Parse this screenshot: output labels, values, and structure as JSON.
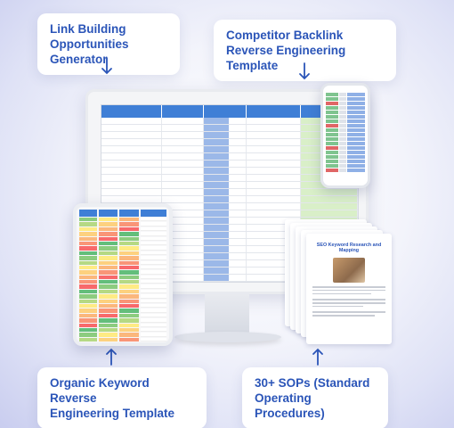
{
  "callouts": {
    "link_building": "Link Building\nOpportunities Generator",
    "competitor_backlink": "Competitor Backlink\nReverse Engineering Template",
    "organic_keyword": "Organic Keyword Reverse\nEngineering Template",
    "sops": "30+ SOPs (Standard\nOperating Procedures)"
  },
  "sop_document": {
    "title": "SEO Keyword Research and Mapping"
  },
  "colors": {
    "accent": "#2b55b8",
    "sheet_header": "#3f7fd6",
    "sheet_green": "#d9efc8",
    "heat_green": "#63be7b",
    "heat_yellow": "#ffeb84",
    "heat_red": "#f8696b"
  }
}
